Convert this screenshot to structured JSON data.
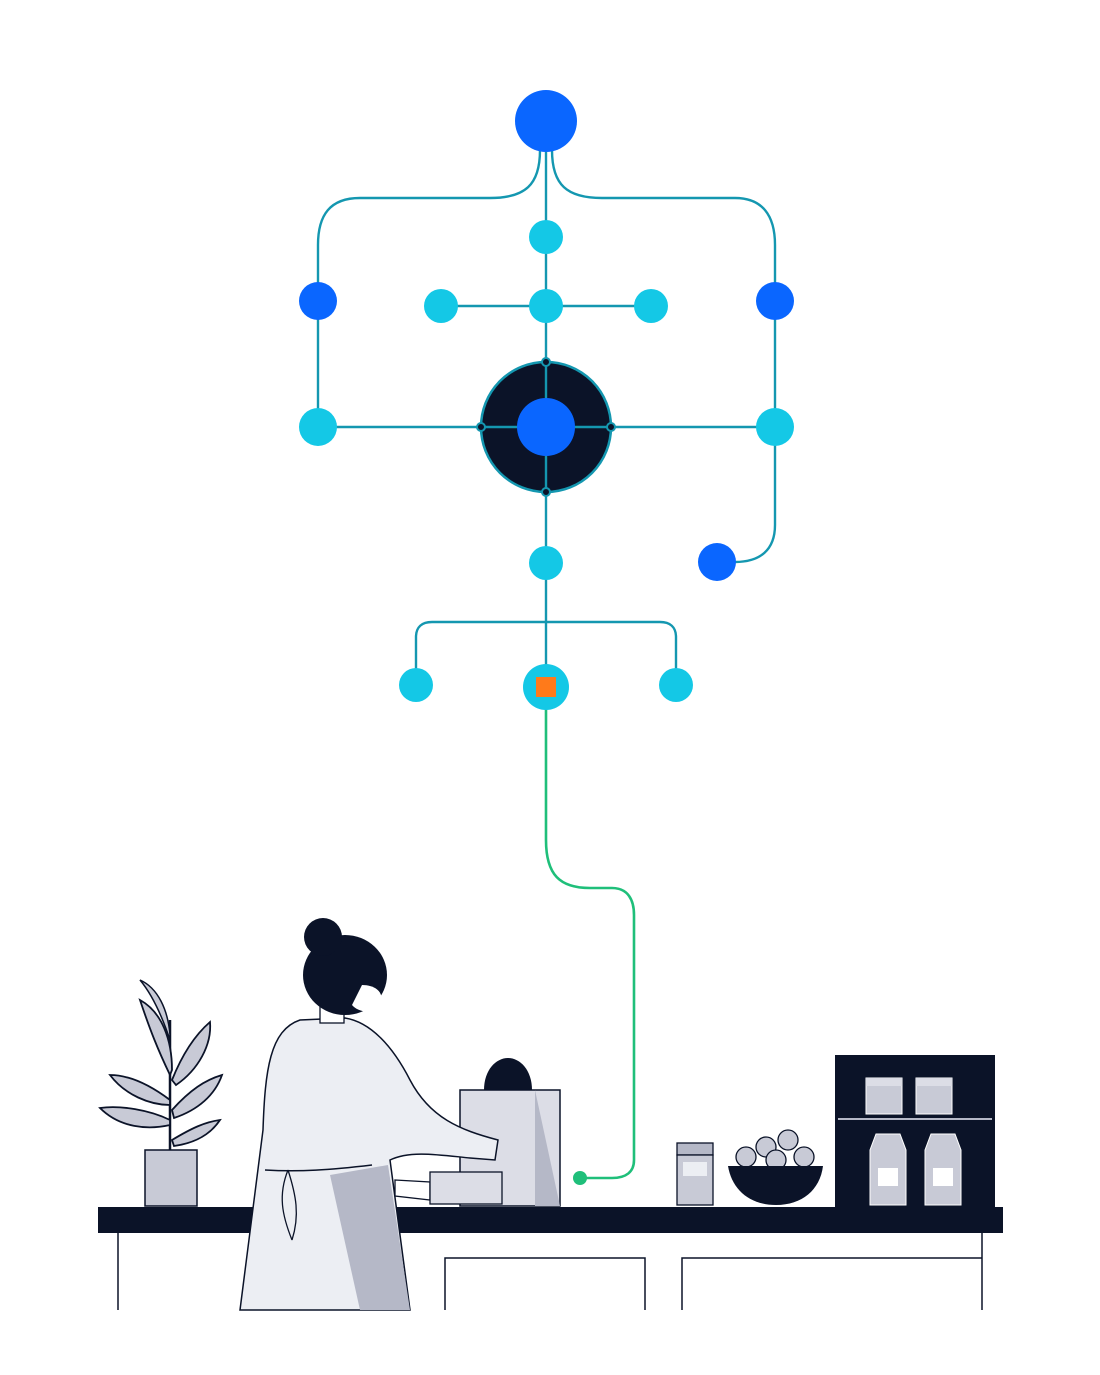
{
  "illustration": {
    "colors": {
      "background": "#ffffff",
      "node_primary": "#0a66ff",
      "node_secondary": "#14c8e6",
      "connector_line": "#1497b0",
      "hub_ring": "#0b1328",
      "accent_square": "#ff7a1a",
      "green_path": "#1fbf7a",
      "dark_ink": "#0b1328",
      "light_gray": "#e6e7ee",
      "mid_gray": "#b5b8c7"
    },
    "network": {
      "top_node": "blue-node",
      "hub": "central-hub",
      "branches": [
        "left-branch",
        "right-branch",
        "center-branch",
        "bottom-branch"
      ],
      "accent": "orange-square-node"
    },
    "scene": {
      "elements": [
        "person",
        "counter",
        "plant-pot",
        "shopping-bag",
        "box",
        "jar",
        "bowl-of-balls",
        "shelf-unit"
      ]
    }
  }
}
